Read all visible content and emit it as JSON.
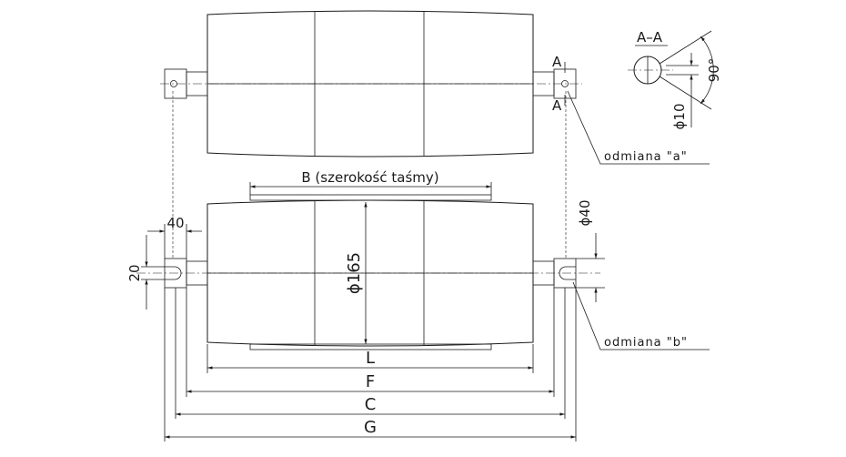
{
  "labels": {
    "section": "A–A",
    "section_mark_top": "A",
    "section_mark_bottom": "A",
    "angle": "90°",
    "pin_diameter": "ϕ10",
    "variant_a": "odmiana  \"a\"",
    "variant_b": "odmiana  \"b\"",
    "belt_width": "B (szerokość  taśmy)",
    "drum_diameter": "ϕ165",
    "shaft_diameter": "ϕ40",
    "slot_width": "20",
    "slot_length": "40",
    "dim_L": "L",
    "dim_F": "F",
    "dim_C": "C",
    "dim_G": "G"
  }
}
